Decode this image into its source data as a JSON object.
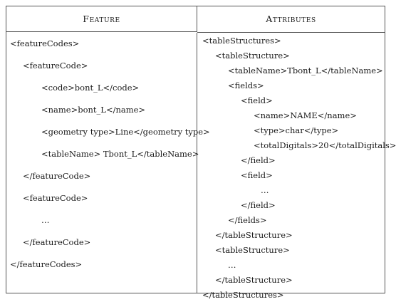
{
  "headers": {
    "feature": "Feature",
    "attributes": "Attributes"
  },
  "feature_lines": [
    "<featureCodes>",
    "<featureCode>",
    "<code>bont_L</code>",
    "<name>bont_L</name>",
    "<geometry type>Line</geometry type>",
    "<tableName> Tbont_L</tableName>",
    "</featureCode>",
    "<featureCode>",
    "…",
    "</featureCode>",
    "</featureCodes>"
  ],
  "attribute_lines": [
    "<tableStructures>",
    "<tableStructure>",
    "<tableName>Tbont_L</tableName>",
    "<fields>",
    "<field>",
    "<name>NAME</name>",
    "<type>char</type>",
    "<totalDigitals>20</totalDigitals>",
    "</field>",
    "<field>",
    "…",
    "</field>",
    "</fields>",
    "</tableStructure>",
    "<tableStructure>",
    "…",
    "</tableStructure>",
    "</tableStructures>"
  ]
}
